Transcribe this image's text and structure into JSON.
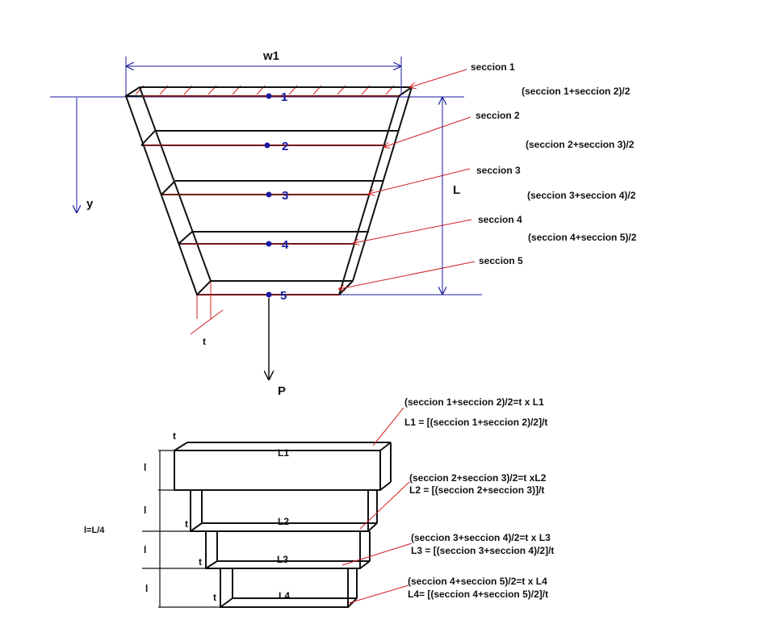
{
  "labels": {
    "w1": "w1",
    "y": "y",
    "L": "L",
    "t": "t",
    "P": "P",
    "l": "l",
    "l_formula": "l=L/4"
  },
  "section_numbers": [
    "1",
    "2",
    "3",
    "4",
    "5"
  ],
  "section_labels": [
    "seccion 1",
    "seccion 2",
    "seccion 3",
    "seccion 4",
    "seccion 5"
  ],
  "averages": [
    "(seccion 1+seccion 2)/2",
    "(seccion 2+seccion 3)/2",
    "(seccion 3+seccion 4)/2",
    "(seccion 4+seccion 5)/2"
  ],
  "blocks": [
    {
      "name": "L1",
      "eq": "(seccion 1+seccion 2)/2=t x L1",
      "formula": "L1 = [(seccion 1+seccion 2)/2]/t"
    },
    {
      "name": "L2",
      "eq": "(seccion 2+seccion 3)/2=t xL2",
      "formula": "L2 = [(seccion 2+seccion 3)]/t"
    },
    {
      "name": "L3",
      "eq": "(seccion 3+seccion 4)/2=t x L3",
      "formula": "L3 = [(seccion 3+seccion 4)/2]/t"
    },
    {
      "name": "L4",
      "eq": "(seccion 4+seccion 5)/2=t x L4",
      "formula": "L4= [(seccion 4+seccion 5)/2]/t"
    }
  ],
  "colors": {
    "outline": "#111111",
    "leader": "#d42020",
    "dimension": "#1a1aa0"
  }
}
